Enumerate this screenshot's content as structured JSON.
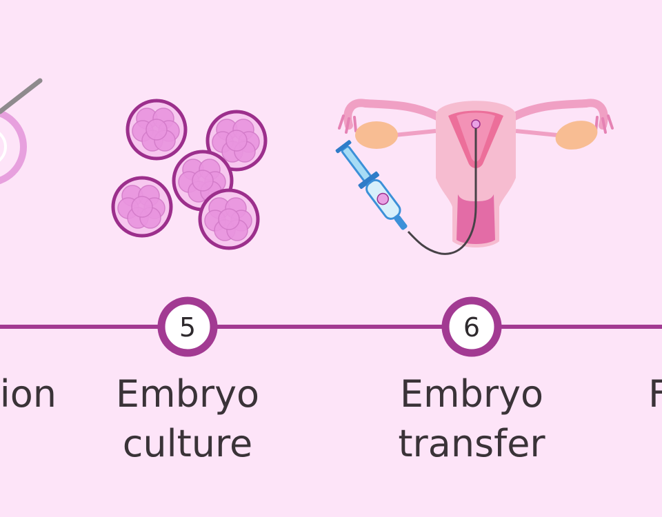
{
  "timeline": {
    "steps": [
      {
        "number": "5",
        "label_line1": "Embryo",
        "label_line2": "culture"
      },
      {
        "number": "6",
        "label_line1": "Embryo",
        "label_line2": "transfer"
      }
    ],
    "partial_label_left": "ion",
    "partial_label_right": "F"
  },
  "colors": {
    "background": "#fde4f8",
    "timeline": "#a23a92",
    "text": "#3a3338",
    "embryo_ring": "#9c2f8c",
    "embryo_fill": "#e995df",
    "uterus_body": "#f6bcd0",
    "ovary": "#f8bd93",
    "syringe": "#4a9fe0"
  },
  "icons": {
    "previous_step": "petri-dish-pipette-icon",
    "step_5": "embryo-cells-icon",
    "step_6": "uterus-catheter-syringe-icon"
  }
}
